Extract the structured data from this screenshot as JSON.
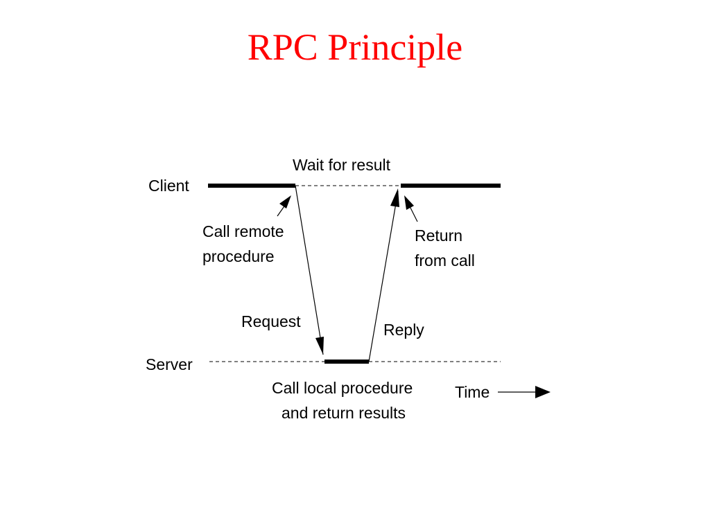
{
  "slide": {
    "title": "RPC Principle"
  },
  "diagram": {
    "lanes": {
      "client": "Client",
      "server": "Server"
    },
    "labels": {
      "wait_for_result": "Wait for result",
      "call_remote_line1": "Call remote",
      "call_remote_line2": "procedure",
      "return_line1": "Return",
      "return_line2": "from call",
      "request": "Request",
      "reply": "Reply",
      "call_local_line1": "Call local procedure",
      "call_local_line2": "and return results",
      "time": "Time"
    },
    "colors": {
      "title": "#ff0000",
      "lines": "#000000"
    }
  }
}
